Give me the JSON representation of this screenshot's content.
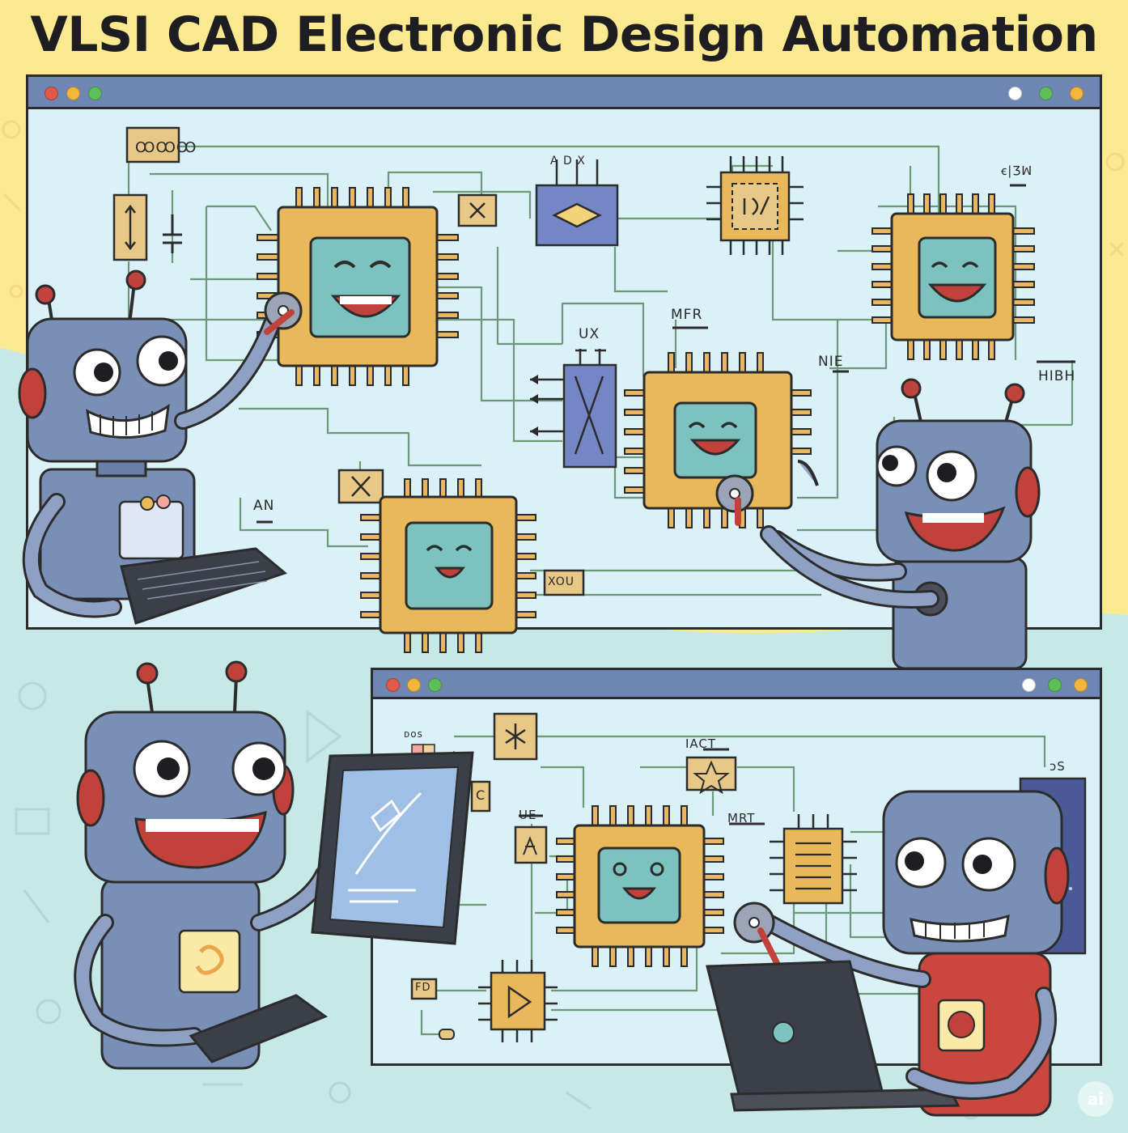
{
  "title": "VLSI CAD Electronic Design Automation",
  "colors": {
    "background_yellow": "#fbe98f",
    "background_teal": "#c6e8e6",
    "window_fill": "#dbf1f8",
    "titlebar": "#6f85b4",
    "chip_gold": "#e8b85a",
    "chip_screen": "#7cc3c0",
    "robot_blue": "#7a8fb6",
    "robot_red": "#c0423a",
    "wire": "#6a9a78"
  },
  "window_top": {
    "controls_left": [
      "#e05a4a",
      "#f2b63c",
      "#5cbf5a"
    ],
    "controls_right": [
      "#ffffff",
      "#5cbf5a",
      "#f2b63c"
    ],
    "labels": {
      "oscillator": "ꝎꝎꝎ",
      "adx": "A D X",
      "mfr": "MFR",
      "ux": "UX",
      "nie": "NIE",
      "hibh": "HIBH",
      "an": "AN",
      "xou": "XOU",
      "corner_glyph": "ꞓ|Ʒꟽ"
    }
  },
  "window_bottom": {
    "controls_left": [
      "#e05a4a",
      "#f2b63c",
      "#5cbf5a"
    ],
    "controls_right": [
      "#ffffff",
      "#5cbf5a",
      "#f2b63c"
    ],
    "labels": {
      "top_left": "ᴅᴏꜱ",
      "iact": "IACT",
      "ue": "UE",
      "mrt": "MRT",
      "os": "ↄS",
      "fd": "FD",
      "c": "C"
    }
  },
  "watermark": "ai"
}
